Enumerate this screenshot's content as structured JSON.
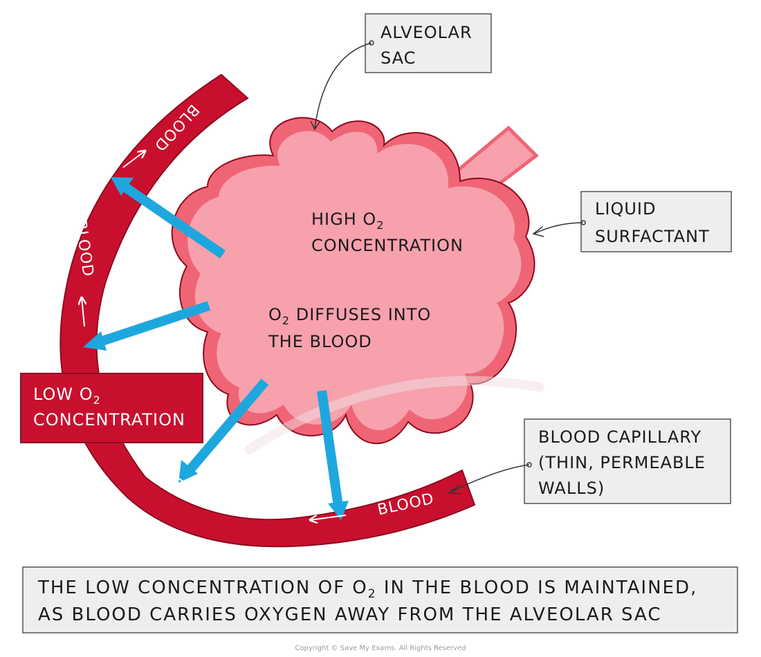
{
  "labels": {
    "alveolar_sac_line1": "ALVEOLAR",
    "alveolar_sac_line2": "SAC",
    "surfactant_line1": "LIQUID",
    "surfactant_line2": "SURFACTANT",
    "capillary_line1": "BLOOD CAPILLARY",
    "capillary_line2": "(THIN, PERMEABLE",
    "capillary_line3": "WALLS)",
    "high_line1_pre": "HIGH O",
    "high_line2": "CONCENTRATION",
    "diffuse_line1_pre": "O",
    "diffuse_line1_post": " DIFFUSES INTO",
    "diffuse_line2": "THE BLOOD",
    "low_line1_pre": "LOW O",
    "low_line2": "CONCENTRATION",
    "subscript_2": "2",
    "blood": "BLOOD"
  },
  "caption": {
    "line1_pre": "THE LOW CONCENTRATION OF O",
    "line1_post": " IN THE BLOOD IS MAINTAINED,",
    "line2": "AS BLOOD CARRIES OXYGEN AWAY FROM THE ALVEOLAR SAC"
  },
  "copyright": "Copyright © Save My Exams. All Rights Reserved",
  "colors": {
    "vessel": "#c8102e",
    "vessel_outline": "#8e0a1f",
    "alveolus_fill": "#f7a1ad",
    "surfactant_layer": "#ef6575",
    "arrow": "#1ea7de",
    "label_box": "#eeeeee"
  }
}
